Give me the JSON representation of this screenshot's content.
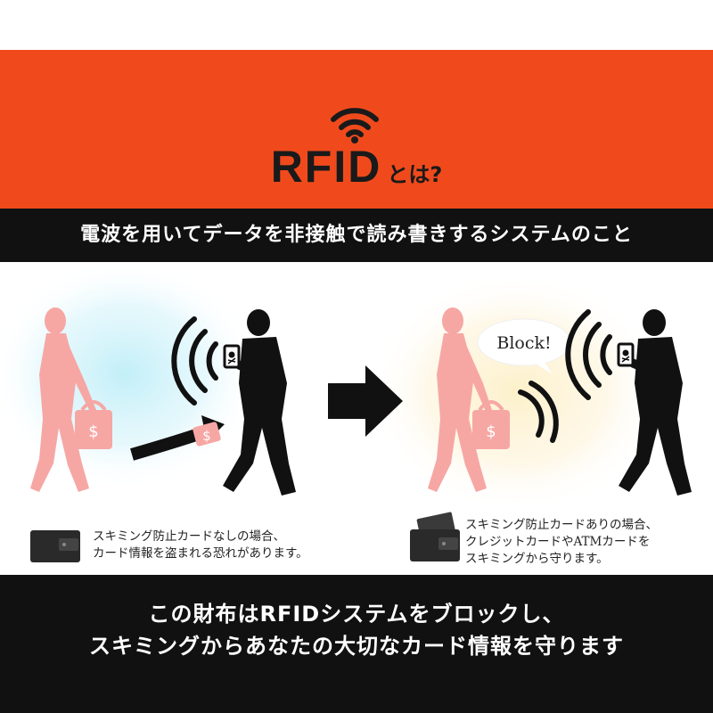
{
  "title": {
    "main": "RFID",
    "sub": "とは?"
  },
  "subtitle": "電波を用いてデータを非接触で読み書きするシステムのこと",
  "left_panel": {
    "caption_lines": [
      "スキミング防止カードなしの場合、",
      "カード情報を盗まれる恐れがあります。"
    ],
    "bag_symbol": "$",
    "card_symbol": "$"
  },
  "right_panel": {
    "block_text": "Block!",
    "caption_lines": [
      "スキミング防止カードありの場合、",
      "クレジットカードやATMカードを",
      "スキミングから守ります。"
    ],
    "bag_symbol": "$"
  },
  "footer": {
    "line1": "この財布はRFIDシステムをブロックし、",
    "line2": "スキミングからあなたの大切なカード情報を守ります"
  },
  "colors": {
    "orange": "#f04a1c",
    "black": "#111111",
    "pink": "#f6a7a4",
    "blue_glow": "#bfeef8",
    "yellow_glow": "#fdf0c8"
  },
  "icons": [
    "wifi-signal-icon",
    "wallet-icon",
    "arrow-right-icon",
    "curved-arrow-icon",
    "skull-icon"
  ]
}
